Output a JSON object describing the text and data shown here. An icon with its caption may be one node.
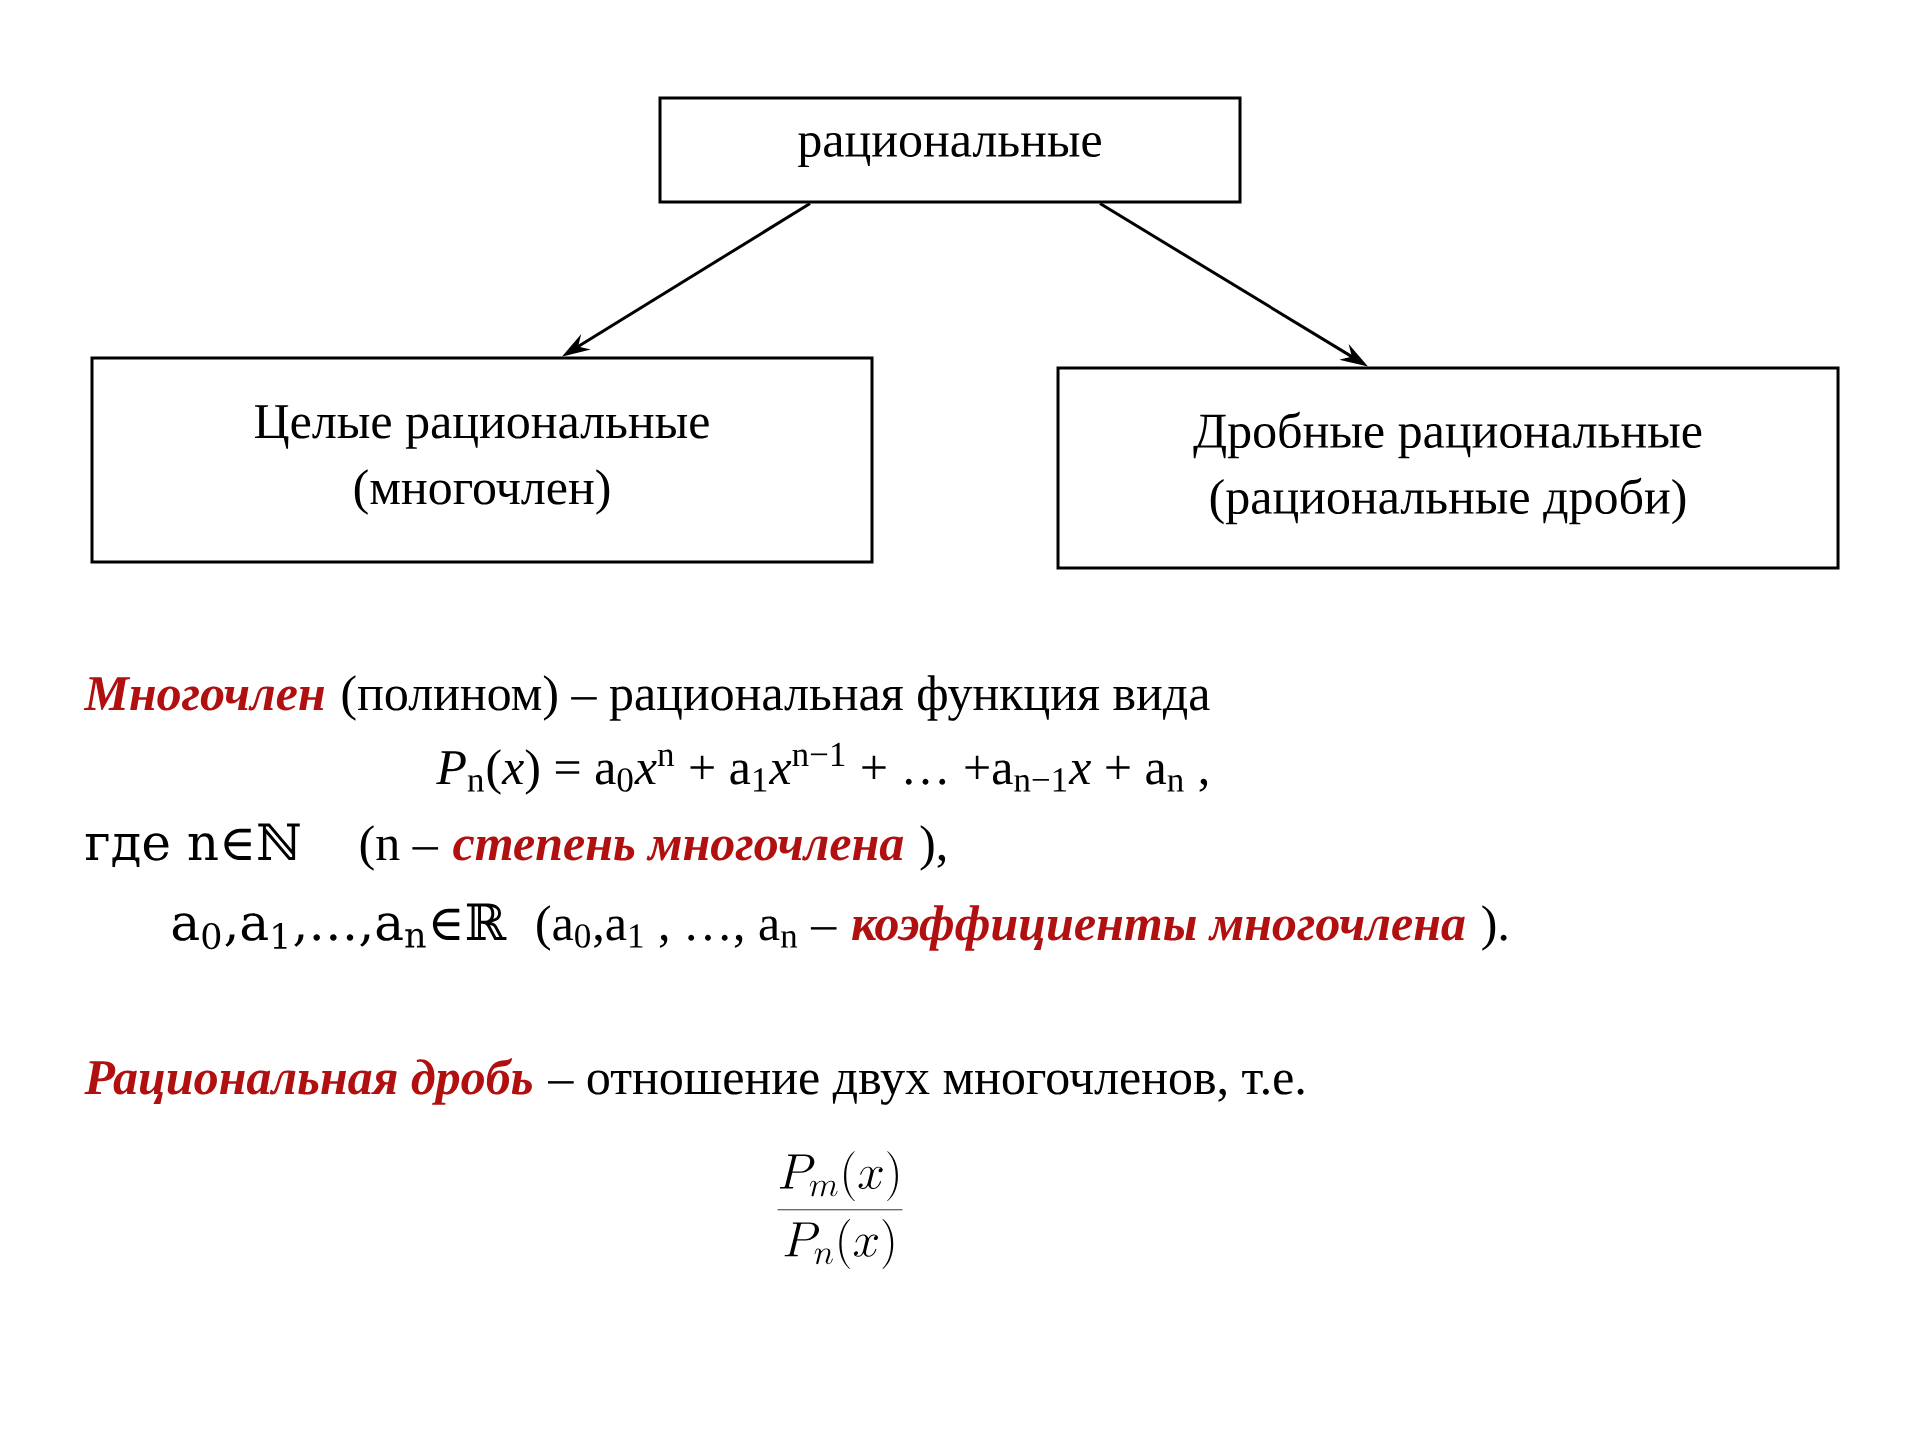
{
  "diagram": {
    "nodes": [
      {
        "text": [
          "рациональные"
        ]
      },
      {
        "text": [
          "Целые рациональные",
          "(многочлен)"
        ]
      },
      {
        "text": [
          "Дробные рациональные",
          "(рациональные дроби)"
        ]
      }
    ],
    "edges": [
      {
        "from": 0,
        "to": 1,
        "arrow": "to"
      },
      {
        "from": 0,
        "to": 2,
        "arrow": "to"
      }
    ],
    "labels": [
      "Многочлен",
      "(полином) – рациональная функция вида",
      "*P*$_{n}$(*x*) = a$_{0}$*x*$^{n}$ + a$_{1}$*x*$^{n−1}$ + … +a$_{n−1}$*x* + a$_{n}$ ,",
      "где n∈ℕ",
      "(n –",
      "степень многочлена",
      "),",
      "a$_{0}$,a$_{1}$,…,a$_{n}$∈ℝ",
      "(a$_{0}$,a$_{1}$ , …, a$_{n}$ –",
      "коэффициенты многочлена",
      ").",
      "Рациональная дробь",
      "– отношение двух многочленов, т.е.",
      "\\frac{P_m(x)}{P_n(x)}"
    ]
  }
}
